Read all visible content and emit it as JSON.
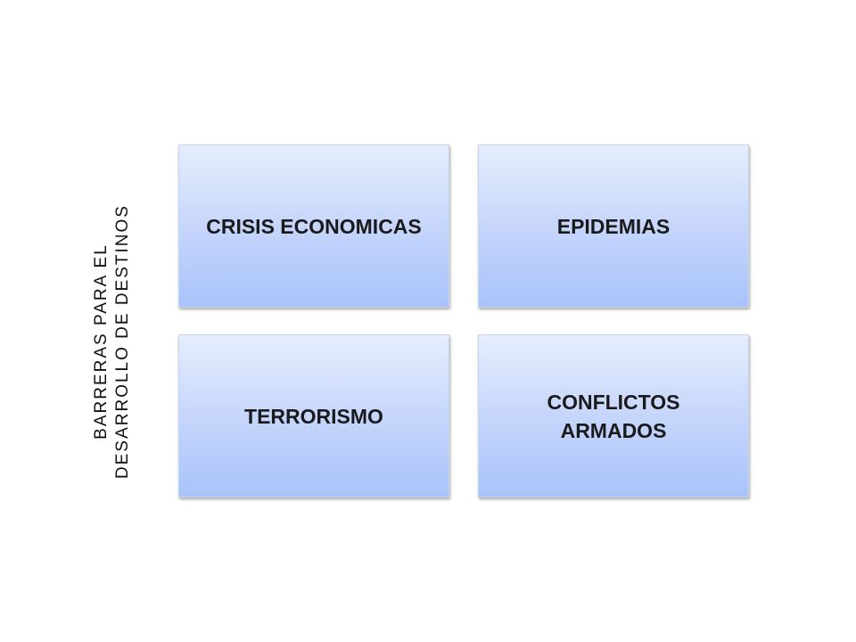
{
  "side_label": {
    "line1": "BARRERAS PARA EL",
    "line2": "DESARROLLO DE DESTINOS"
  },
  "boxes": [
    {
      "label": "CRISIS ECONOMICAS"
    },
    {
      "label": "EPIDEMIAS"
    },
    {
      "label": "TERRORISMO"
    },
    {
      "label": "CONFLICTOS ARMADOS"
    }
  ],
  "colors": {
    "box_top": "#e6eefc",
    "box_bottom": "#a9c3fb",
    "box_border": "#c8d4ec"
  }
}
